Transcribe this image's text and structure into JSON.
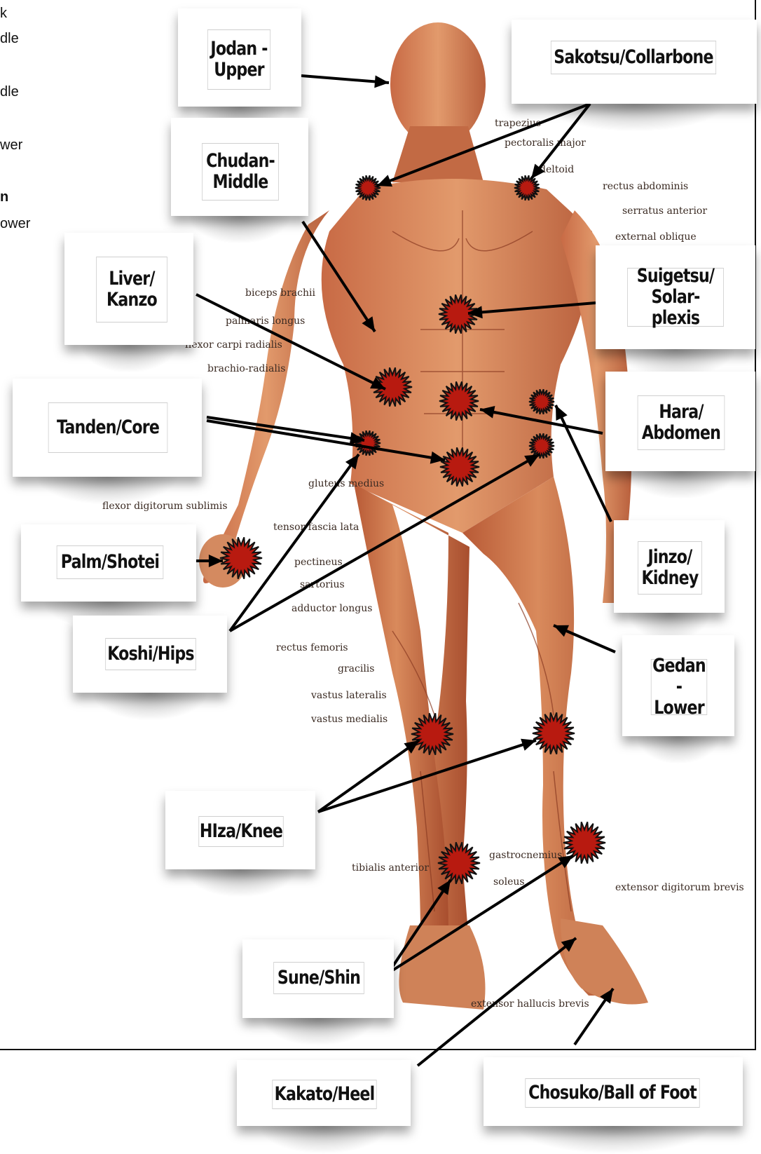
{
  "side_notes": [
    "k",
    "dle",
    "dle",
    "wer",
    "n",
    "ower"
  ],
  "labels": {
    "jodan": "Jodan -\nUpper",
    "sakotsu": "Sakotsu/Collarbone",
    "chudan": "Chudan-\nMiddle",
    "liver": "Liver/\nKanzo",
    "suigetsu": "Suigetsu/\nSolar-plexis",
    "tanden": "Tanden/Core",
    "hara": "Hara/\nAbdomen",
    "palm": "Palm/Shotei",
    "jinzo": "Jinzo/\nKidney",
    "koshi": "Koshi/Hips",
    "gedan": "Gedan\n- Lower",
    "hiza": "HIza/Knee",
    "sune": "Sune/Shin",
    "kakato": "Kakato/Heel",
    "chosuko": "Chosuko/Ball of Foot"
  },
  "anatomy_labels": {
    "trapezius": "trapezius",
    "pectoralis": "pectoralis major",
    "deltoid": "deltoid",
    "rectus_abdominis": "rectus abdominis",
    "serratus": "serratus anterior",
    "external_oblique": "external oblique",
    "biceps": "biceps brachii",
    "palmaris": "palmaris longus",
    "flexor_carpi": "flexor carpi radialis",
    "brachio": "brachio-radialis",
    "gluteus": "gluteus medius",
    "flexor_digitorum": "flexor digitorum sublimis",
    "tensor": "tensor fascia lata",
    "pectineus": "pectineus",
    "sartorius": "sartorius",
    "adductor": "adductor longus",
    "rectus_femoris": "rectus femoris",
    "gracilis": "gracilis",
    "vastus_lateralis": "vastus lateralis",
    "vastus_medialis": "vastus medialis",
    "tibialis": "tibialis anterior",
    "gastrocnemius": "gastrocnemius",
    "soleus": "soleus",
    "extensor_digitorum": "extensor digitorum brevis",
    "extensor_hallucis": "extensor hallucis brevis"
  },
  "colors": {
    "target_fill": "#b81a10",
    "target_stroke": "#111111",
    "skin": "#d9885a",
    "muscle": "#b45a3a"
  }
}
